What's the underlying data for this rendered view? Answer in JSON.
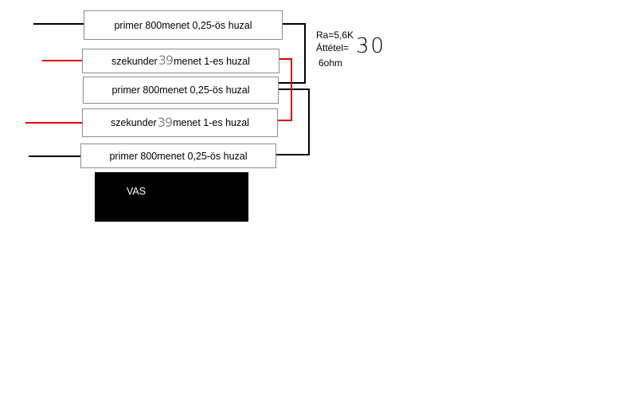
{
  "windings": [
    {
      "type": "primer",
      "turns": "800",
      "text": "primer 800menet 0,25-ös huzal"
    },
    {
      "type": "szekunder",
      "prefix": "szekunder",
      "turns": "39",
      "suffix": "menet 1-es huzal"
    },
    {
      "type": "primer",
      "turns": "800",
      "text": "primer 800menet 0,25-ös huzal"
    },
    {
      "type": "szekunder",
      "prefix": "szekunder",
      "turns": "39",
      "suffix": "menet 1-es huzal"
    },
    {
      "type": "primer",
      "turns": "800",
      "text": "primer 800menet 0,25-ös huzal"
    }
  ],
  "core": {
    "label": "VAS"
  },
  "notes": {
    "ra": "Ra=5,6K",
    "ratio_label": "Áttétel=",
    "ratio_value": "30",
    "impedance": "6ohm"
  },
  "colors": {
    "primary_wire": "#000000",
    "secondary_wire": "#e00000",
    "winding_border": "#8c8c8c",
    "core_fill": "#000000",
    "handwritten_digits": "#8a8a8a"
  }
}
